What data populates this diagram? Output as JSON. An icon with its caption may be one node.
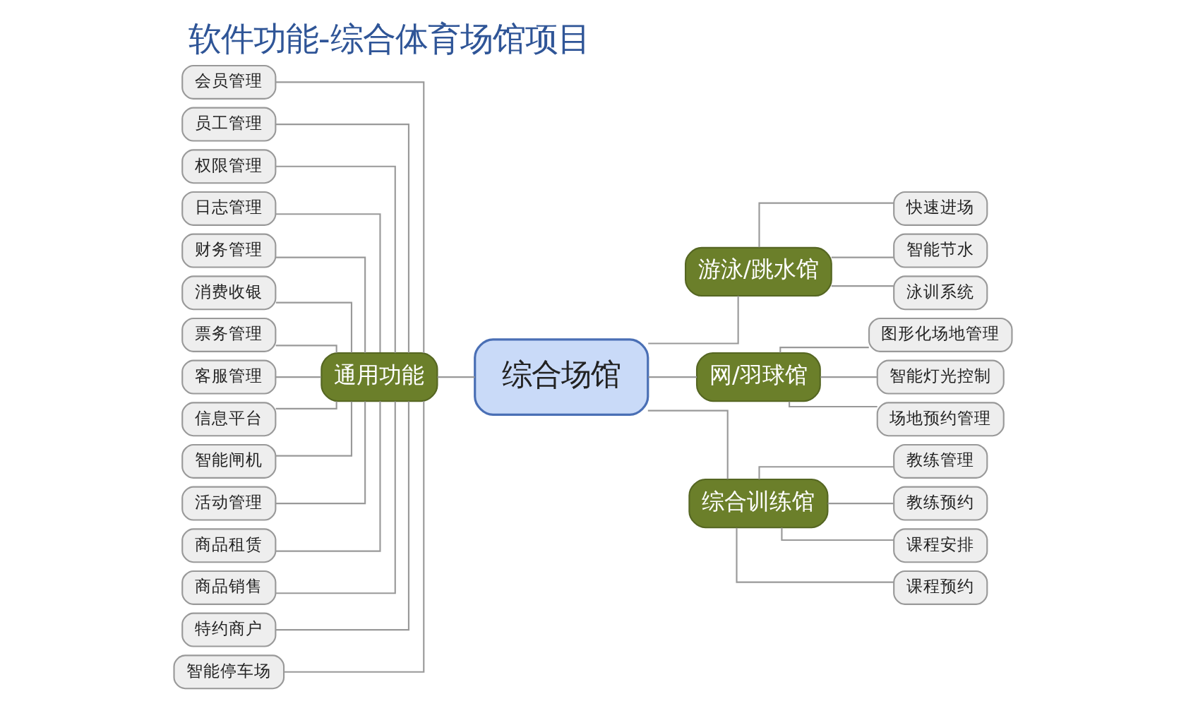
{
  "diagram": {
    "title": "软件功能-综合体育场馆项目",
    "nodes": [
      {
        "text": [
          "综合场馆"
        ]
      },
      {
        "text": [
          "通用功能"
        ]
      },
      {
        "text": [
          "会员管理"
        ]
      },
      {
        "text": [
          "员工管理"
        ]
      },
      {
        "text": [
          "权限管理"
        ]
      },
      {
        "text": [
          "日志管理"
        ]
      },
      {
        "text": [
          "财务管理"
        ]
      },
      {
        "text": [
          "消费收银"
        ]
      },
      {
        "text": [
          "票务管理"
        ]
      },
      {
        "text": [
          "客服管理"
        ]
      },
      {
        "text": [
          "信息平台"
        ]
      },
      {
        "text": [
          "智能闸机"
        ]
      },
      {
        "text": [
          "活动管理"
        ]
      },
      {
        "text": [
          "商品租赁"
        ]
      },
      {
        "text": [
          "商品销售"
        ]
      },
      {
        "text": [
          "特约商户"
        ]
      },
      {
        "text": [
          "智能停车场"
        ]
      },
      {
        "text": [
          "游泳/跳水馆"
        ]
      },
      {
        "text": [
          "快速进场"
        ]
      },
      {
        "text": [
          "智能节水"
        ]
      },
      {
        "text": [
          "泳训系统"
        ]
      },
      {
        "text": [
          "网/羽球馆"
        ]
      },
      {
        "text": [
          "图形化场地管理"
        ]
      },
      {
        "text": [
          "智能灯光控制"
        ]
      },
      {
        "text": [
          "场地预约管理"
        ]
      },
      {
        "text": [
          "综合训练馆"
        ]
      },
      {
        "text": [
          "教练管理"
        ]
      },
      {
        "text": [
          "教练预约"
        ]
      },
      {
        "text": [
          "课程安排"
        ]
      },
      {
        "text": [
          "课程预约"
        ]
      }
    ],
    "edges": [
      {
        "from": 1,
        "to": 0,
        "arrow": "none"
      },
      {
        "from": 2,
        "to": 1,
        "arrow": "none"
      },
      {
        "from": 3,
        "to": 1,
        "arrow": "none"
      },
      {
        "from": 4,
        "to": 1,
        "arrow": "none"
      },
      {
        "from": 5,
        "to": 1,
        "arrow": "none"
      },
      {
        "from": 6,
        "to": 1,
        "arrow": "none"
      },
      {
        "from": 7,
        "to": 1,
        "arrow": "none"
      },
      {
        "from": 8,
        "to": 1,
        "arrow": "none"
      },
      {
        "from": 9,
        "to": 1,
        "arrow": "none"
      },
      {
        "from": 10,
        "to": 1,
        "arrow": "none"
      },
      {
        "from": 11,
        "to": 1,
        "arrow": "none"
      },
      {
        "from": 12,
        "to": 1,
        "arrow": "none"
      },
      {
        "from": 13,
        "to": 1,
        "arrow": "none"
      },
      {
        "from": 14,
        "to": 1,
        "arrow": "none"
      },
      {
        "from": 15,
        "to": 1,
        "arrow": "none"
      },
      {
        "from": 16,
        "to": 1,
        "arrow": "none"
      },
      {
        "from": 0,
        "to": 17,
        "arrow": "none"
      },
      {
        "from": 17,
        "to": 18,
        "arrow": "none"
      },
      {
        "from": 17,
        "to": 19,
        "arrow": "none"
      },
      {
        "from": 17,
        "to": 20,
        "arrow": "none"
      },
      {
        "from": 0,
        "to": 21,
        "arrow": "none"
      },
      {
        "from": 21,
        "to": 22,
        "arrow": "none"
      },
      {
        "from": 21,
        "to": 23,
        "arrow": "none"
      },
      {
        "from": 21,
        "to": 24,
        "arrow": "none"
      },
      {
        "from": 0,
        "to": 25,
        "arrow": "none"
      },
      {
        "from": 25,
        "to": 26,
        "arrow": "none"
      },
      {
        "from": 25,
        "to": 27,
        "arrow": "none"
      },
      {
        "from": 25,
        "to": 28,
        "arrow": "none"
      },
      {
        "from": 25,
        "to": 29,
        "arrow": "none"
      }
    ]
  }
}
